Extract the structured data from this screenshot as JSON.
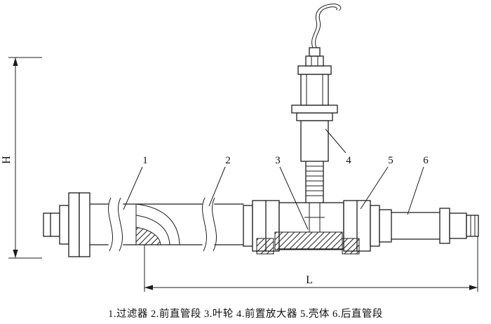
{
  "diagram": {
    "caption": "1.过滤器 2.前直管段 3.叶轮 4.前置放大器 5.壳体 6.后直管段",
    "dimension_labels": {
      "height": "H",
      "length": "L"
    },
    "part_numbers": [
      "1",
      "2",
      "3",
      "4",
      "5",
      "6"
    ],
    "parts": [
      {
        "number": "1",
        "name": "过滤器"
      },
      {
        "number": "2",
        "name": "前直管段"
      },
      {
        "number": "3",
        "name": "叶轮"
      },
      {
        "number": "4",
        "name": "前置放大器"
      },
      {
        "number": "5",
        "name": "壳体"
      },
      {
        "number": "6",
        "name": "后直管段"
      }
    ],
    "colors": {
      "ink": "#1c1c1c",
      "background": "#ffffff"
    }
  }
}
